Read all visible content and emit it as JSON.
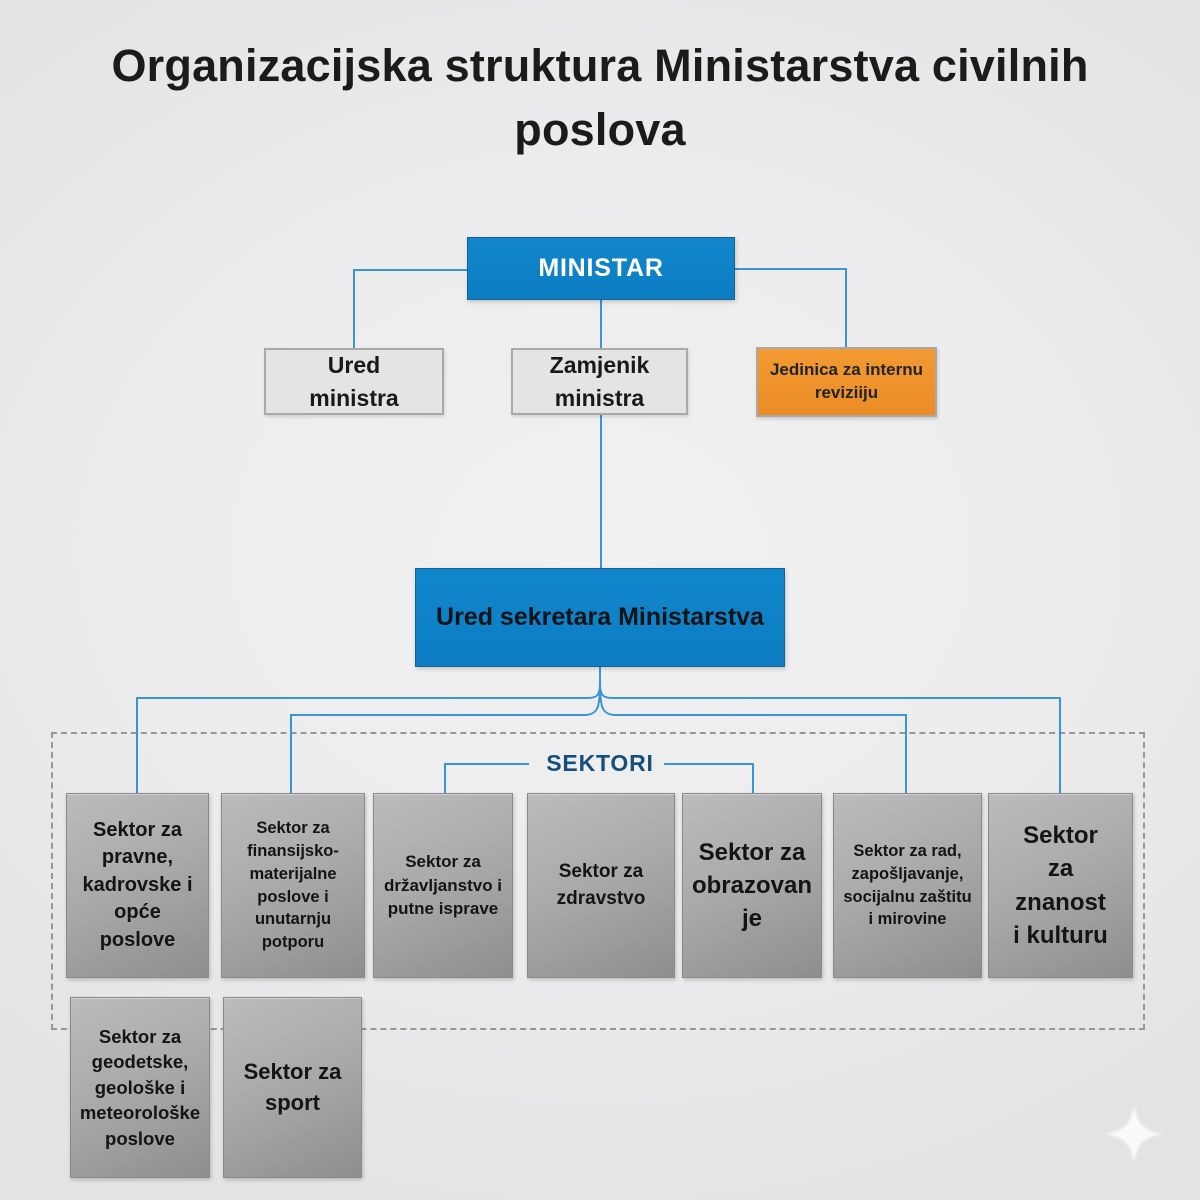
{
  "title": "Organizacijska struktura Ministarstva civilnih poslova",
  "colors": {
    "primary_blue": "#0d7dc3",
    "accent_orange": "#ef9129",
    "connector_blue": "#3a95d4",
    "sektori_label_blue": "#164e7d",
    "sector_box_gray": "#a9a9a9"
  },
  "org": {
    "minister": {
      "label": "MINISTAR"
    },
    "ured_ministra": {
      "label": "Ured ministra"
    },
    "zamjenik_ministra": {
      "label": "Zamjenik ministra"
    },
    "jedinica_revizija": {
      "label": "Jedinica za internu reviziiju"
    },
    "ured_sekretara": {
      "label": "Ured sekretara Ministarstva"
    },
    "sektori_group_label": "SEKTORI",
    "sektori": [
      {
        "label": "Sektor za pravne, kadrovske i opće poslove"
      },
      {
        "label": "Sektor za finansijsko-materijalne poslove i unutarnju potporu"
      },
      {
        "label": "Sektor za državljanstvo i putne isprave"
      },
      {
        "label": "Sektor za zdravstvo"
      },
      {
        "label": "Sektor za obrazovanje"
      },
      {
        "label": "Sektor za rad, zapošljavanje, socijalnu zaštitu i mirovine"
      },
      {
        "label": "Sektor za znanost i kulturu"
      },
      {
        "label": "Sektor za geodetske, geološke i meteorološke poslove"
      },
      {
        "label": "Sektor za sport"
      }
    ]
  }
}
